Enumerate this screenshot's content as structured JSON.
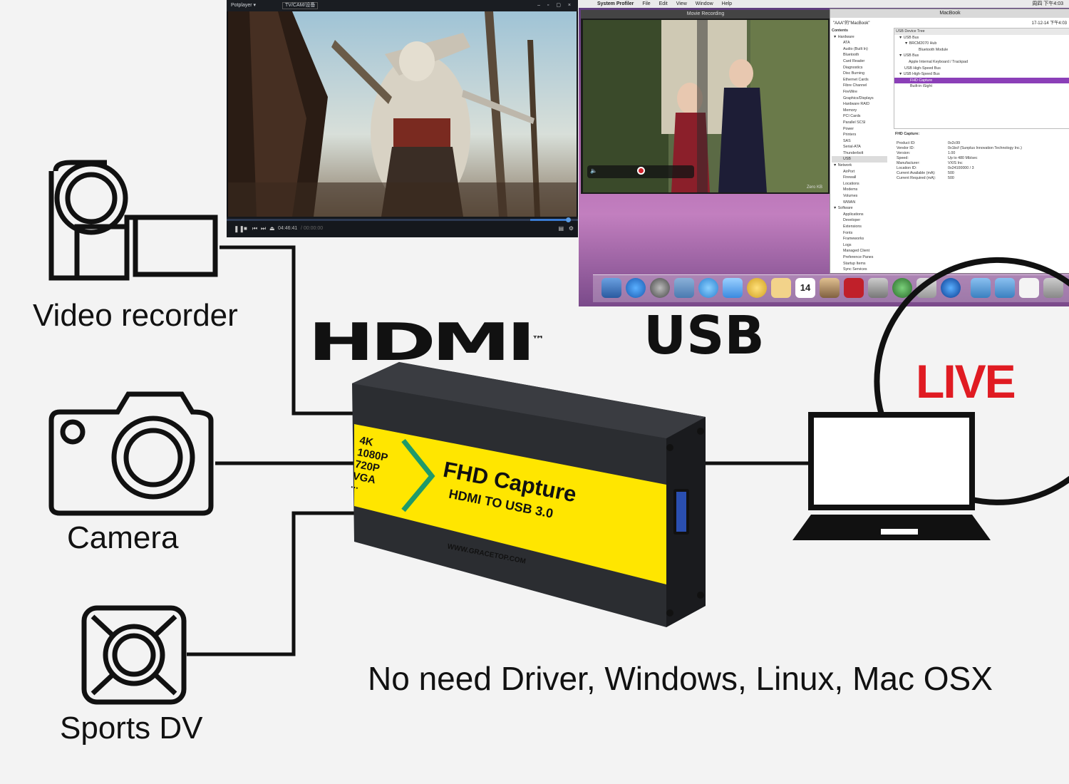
{
  "labels": {
    "video_recorder": "Video recorder",
    "camera": "Camera",
    "sports_dv": "Sports DV",
    "hdmi": "HDMI",
    "hdmi_tm": "™",
    "usb": "USB",
    "live": "LIVE",
    "footer": "No need Driver, Windows, Linux, Mac OSX"
  },
  "device": {
    "resolutions": [
      "4K",
      "1080P",
      "720P",
      "VGA",
      "..."
    ],
    "title": "FHD Capture",
    "subtitle": "HDMI TO USB 3.0",
    "website": "WWW.GRACETOP.COM"
  },
  "potplayer": {
    "title": "Potplayer ▾",
    "tab": "TV/CAM/设备",
    "time_current": "04:46:41",
    "time_total": "/ 00:00:00"
  },
  "mac": {
    "menu": [
      "System Profiler",
      "File",
      "Edit",
      "View",
      "Window",
      "Help"
    ],
    "clock": "周四 下午4:03",
    "movie_title": "Movie Recording",
    "movie_size": "Zero KB",
    "profiler_title": "MacBook",
    "profiler_machine": "\"AAA\"的\"MacBook\"",
    "profiler_date": "17-12-14 下午4:03",
    "contents_label": "Contents",
    "contents": [
      "▼ Hardware",
      "ATA",
      "Audio (Built In)",
      "Bluetooth",
      "Card Reader",
      "Diagnostics",
      "Disc Burning",
      "Ethernet Cards",
      "Fibre Channel",
      "FireWire",
      "Graphics/Displays",
      "Hardware RAID",
      "Memory",
      "PCI Cards",
      "Parallel SCSI",
      "Power",
      "Printers",
      "SAS",
      "Serial-ATA",
      "Thunderbolt",
      "USB",
      "▼ Network",
      "AirPort",
      "Firewall",
      "Locations",
      "Modems",
      "Volumes",
      "WWAN",
      "▼ Software",
      "Applications",
      "Developer",
      "Extensions",
      "Fonts",
      "Frameworks",
      "Logs",
      "Managed Client",
      "Preference Panes",
      "Startup Items",
      "Sync Services"
    ],
    "tree_header": "USB Device Tree",
    "tree": [
      "▼ USB Bus",
      "▼ BRCM2070 Hub",
      "Bluetooth Module",
      "▼ USB Bus",
      "Apple Internal Keyboard / Trackpad",
      "USB High-Speed Bus",
      "▼ USB High-Speed Bus",
      "FHD Capture",
      "Built-in iSight"
    ],
    "detail_title": "FHD Capture:",
    "details": [
      [
        "Product ID:",
        "0x2c99"
      ],
      [
        "Vendor ID:",
        "0x1bcf  (Sunplus Innovation Technology Inc.)"
      ],
      [
        "Version:",
        "1.00"
      ],
      [
        "Speed:",
        "Up to 480 Mb/sec"
      ],
      [
        "Manufacturer:",
        "VXIS Inc"
      ],
      [
        "Location ID:",
        "0x24100000 / 3"
      ],
      [
        "Current Available (mA):",
        "500"
      ],
      [
        "Current Required (mA):",
        "500"
      ]
    ],
    "dock_calendar": "14"
  },
  "colors": {
    "live_red": "#e01b22",
    "device_yellow": "#ffe600",
    "device_body": "#2b2d31",
    "selection": "#8b3fb8"
  }
}
